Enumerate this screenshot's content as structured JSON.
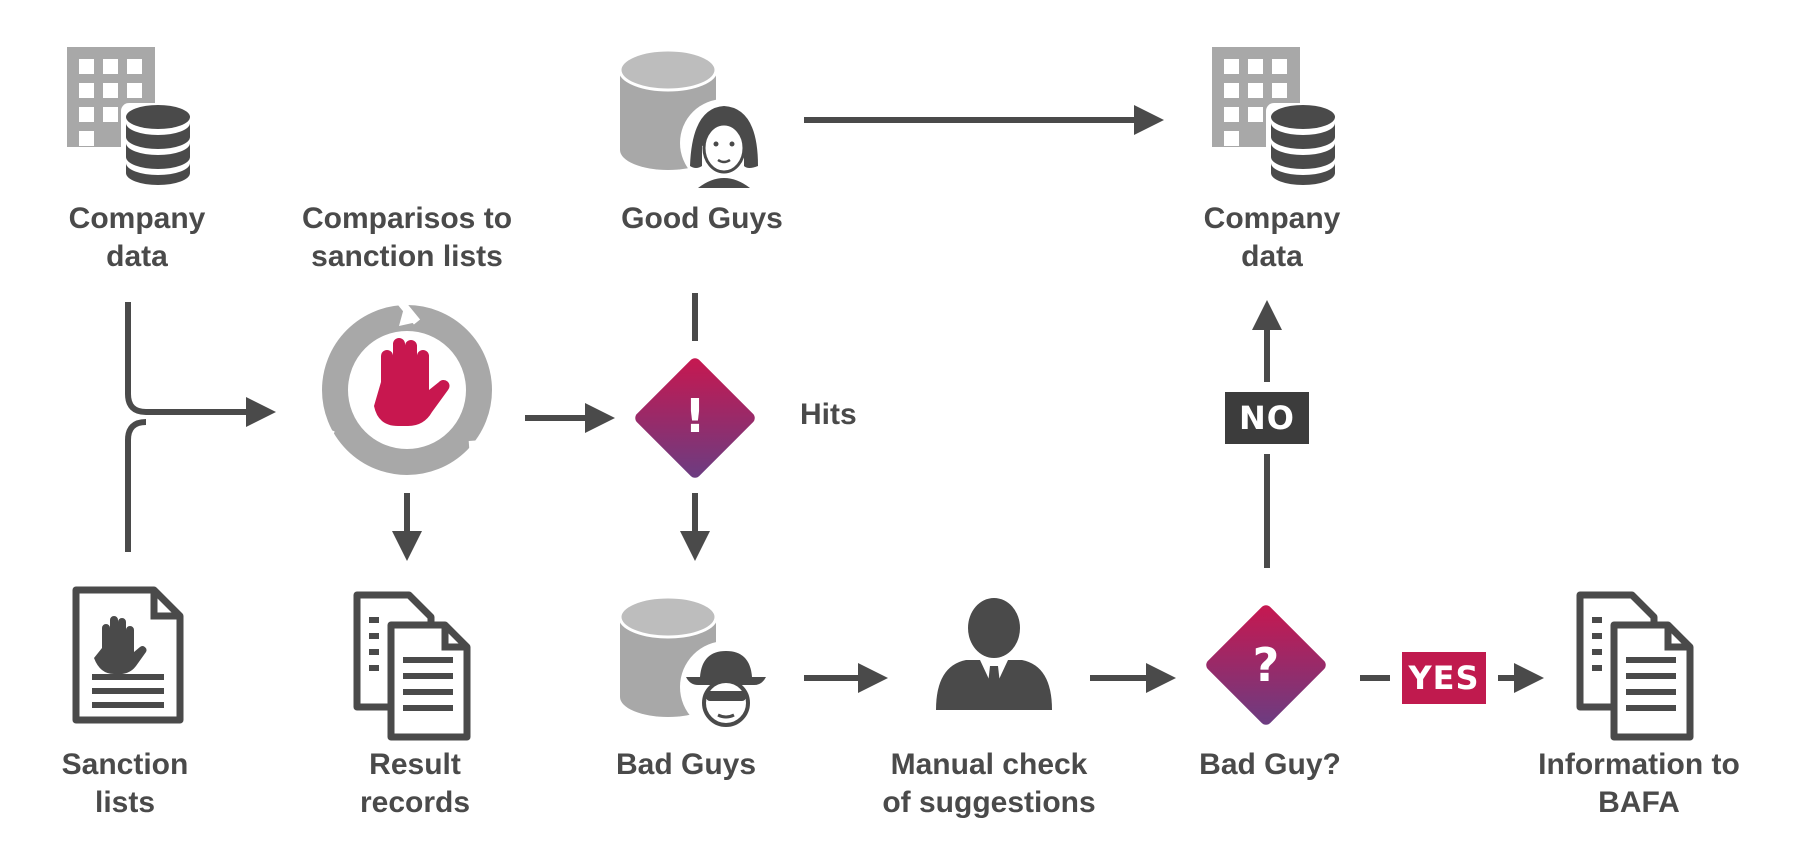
{
  "labels": {
    "company_data_left": [
      "Company",
      "data"
    ],
    "comparison": [
      "Comparisos to",
      "sanction lists"
    ],
    "good_guys": [
      "Good Guys"
    ],
    "company_data_right": [
      "Company",
      "data"
    ],
    "hits": [
      "Hits"
    ],
    "sanction_lists": [
      "Sanction",
      "lists"
    ],
    "result_records": [
      "Result",
      "records"
    ],
    "bad_guys": [
      "Bad Guys"
    ],
    "manual_check": [
      "Manual check",
      "of suggestions"
    ],
    "bad_guy_question": [
      "Bad Guy?"
    ],
    "information_bafa": [
      "Information to",
      "BAFA"
    ]
  },
  "tags": {
    "no": "NO",
    "yes": "YES"
  },
  "glyphs": {
    "alert": "!",
    "question": "?"
  },
  "icons": {
    "company_data_left": "building-database-icon",
    "sanction_lists": "document-stop-hand-icon",
    "comparison": "cycle-stop-hand-icon",
    "result_records": "documents-icon",
    "good_guys": "database-person-icon",
    "alert": "alert-diamond-icon",
    "bad_guys": "database-spy-icon",
    "manual_check": "businessman-icon",
    "question": "question-diamond-icon",
    "information_bafa": "documents-icon",
    "company_data_right": "building-database-icon"
  },
  "colors": {
    "dark": "#4a4a4a",
    "light_gray": "#a8a8a8",
    "accent_start": "#c2185b",
    "accent_end": "#6d3b7f",
    "tag_dark": "#3c3c3c",
    "tag_red": "#c01a4e"
  }
}
